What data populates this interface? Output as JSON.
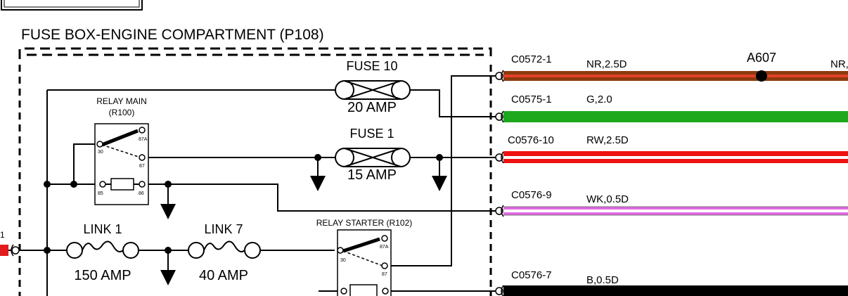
{
  "title": "FUSE BOX-ENGINE COMPARTMENT (P108)",
  "fuses": [
    {
      "name": "FUSE 10",
      "rating": "20 AMP"
    },
    {
      "name": "FUSE 1",
      "rating": "15 AMP"
    }
  ],
  "links": [
    {
      "name": "LINK 1",
      "rating": "150 AMP"
    },
    {
      "name": "LINK 7",
      "rating": "40 AMP"
    }
  ],
  "relays": [
    {
      "name": "RELAY MAIN",
      "ref": "(R100)",
      "pins": [
        "30",
        "87A",
        "87",
        "85",
        "86"
      ]
    },
    {
      "name": "RELAY STARTER (R102)",
      "pins": [
        "87A",
        "30",
        "87"
      ]
    }
  ],
  "left_pin_label": "1",
  "splice": "A607",
  "wires": [
    {
      "connector": "C0572-1",
      "spec": "NR,2.5D",
      "end_label": "NR,",
      "color": "#8b3a0f",
      "stripe": "#e3412b"
    },
    {
      "connector": "C0575-1",
      "spec": "G,2.0",
      "color": "#1ea81e"
    },
    {
      "connector": "C0576-10",
      "spec": "RW,2.5D",
      "color": "#ee1111",
      "stripe": "#ffffff"
    },
    {
      "connector": "C0576-9",
      "spec": "WK,0.5D",
      "color": "#e26be2",
      "stripe": "#ffffff"
    },
    {
      "connector": "C0576-7",
      "spec": "B,0.5D",
      "color": "#000000"
    }
  ]
}
